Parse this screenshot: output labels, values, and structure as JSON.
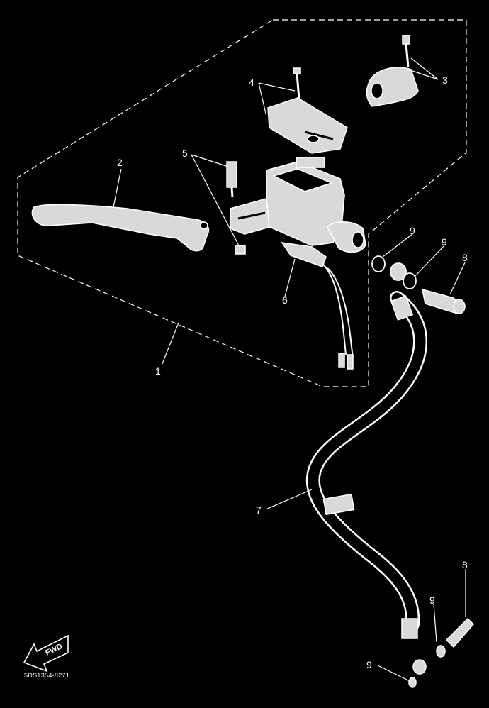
{
  "colors": {
    "background": "#000000",
    "line": "#ffffff",
    "part_fill": "#d9d9d9"
  },
  "callouts": {
    "c1": "1",
    "c2": "2",
    "c3": "3",
    "c4": "4",
    "c5": "5",
    "c6": "6",
    "c7": "7",
    "c8a": "8",
    "c8b": "8",
    "c9a": "9",
    "c9b": "9",
    "c9c": "9",
    "c9d": "9"
  },
  "fwd_label": "FWD",
  "diagram_code": "5DS1354-8271",
  "icons": {
    "fwd_arrow": "fwd-arrow-icon"
  }
}
